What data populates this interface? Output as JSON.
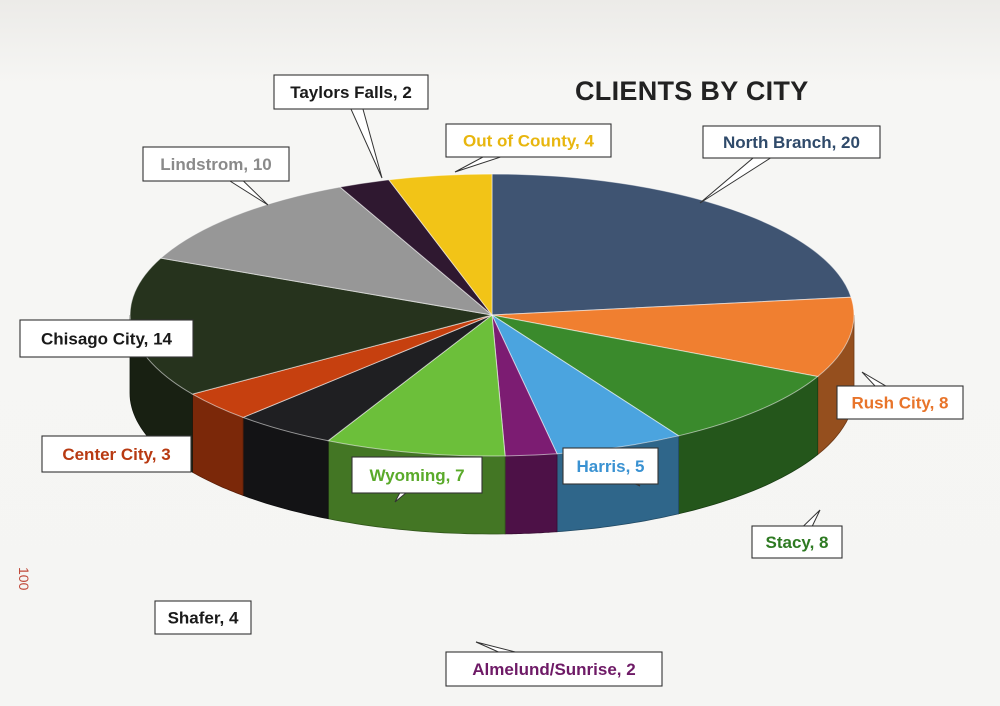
{
  "page_number": "100",
  "chart_data": {
    "type": "pie",
    "style": "3d",
    "title": "CLIENTS BY CITY",
    "series": [
      {
        "label": "North Branch, 20",
        "category": "North Branch",
        "value": 20,
        "color": "#3f5472",
        "text_color": "#2f4a6a"
      },
      {
        "label": "Rush City, 8",
        "category": "Rush City",
        "value": 8,
        "color": "#f07f30",
        "text_color": "#e8742a"
      },
      {
        "label": "Stacy, 8",
        "category": "Stacy",
        "value": 8,
        "color": "#3a8a2c",
        "text_color": "#2e7a22"
      },
      {
        "label": "Harris, 5",
        "category": "Harris",
        "value": 5,
        "color": "#4ba4df",
        "text_color": "#3a92d2"
      },
      {
        "label": "Almelund/Sunrise, 2",
        "category": "Almelund/Sunrise",
        "value": 2,
        "color": "#7c1c72",
        "text_color": "#6e1a66"
      },
      {
        "label": "Wyoming, 7",
        "category": "Wyoming",
        "value": 7,
        "color": "#6cbf3a",
        "text_color": "#5aaa2a"
      },
      {
        "label": "Shafer, 4",
        "category": "Shafer",
        "value": 4,
        "color": "#1f1f22",
        "text_color": "#1a1a1a"
      },
      {
        "label": "Center City, 3",
        "category": "Center City",
        "value": 3,
        "color": "#c6400f",
        "text_color": "#b83a12"
      },
      {
        "label": "Chisago City, 14",
        "category": "Chisago City",
        "value": 14,
        "color": "#26331d",
        "text_color": "#1a1a1a"
      },
      {
        "label": "Lindstrom, 10",
        "category": "Lindstrom",
        "value": 10,
        "color": "#979797",
        "text_color": "#8a8a8a"
      },
      {
        "label": "Taylors Falls, 2",
        "category": "Taylors Falls",
        "value": 2,
        "color": "#2f1830",
        "text_color": "#1a1a1a"
      },
      {
        "label": "Out of County, 4",
        "category": "Out of County",
        "value": 4,
        "color": "#f2c417",
        "text_color": "#e8b60e"
      }
    ]
  }
}
